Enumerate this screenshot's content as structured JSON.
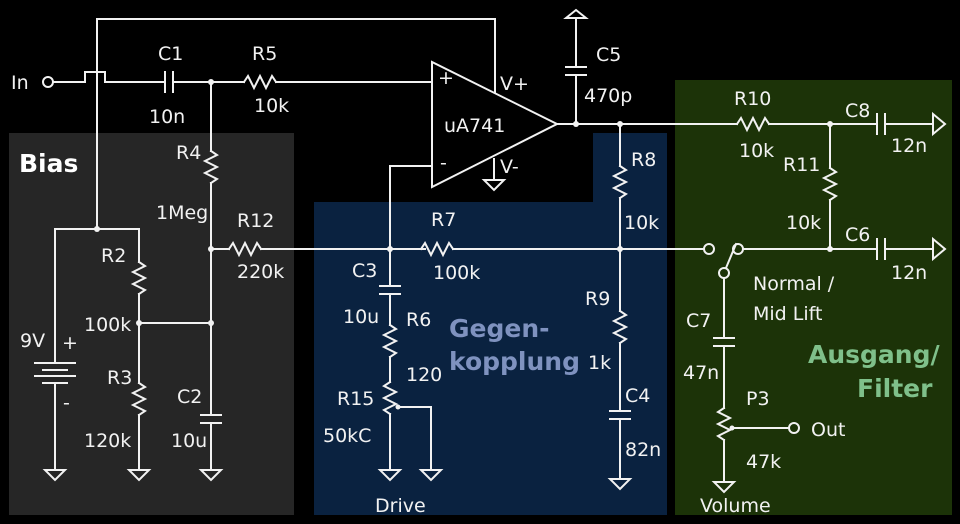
{
  "title": "uA741 overdrive circuit schematic",
  "colors": {
    "background": "#000000",
    "wire": "#f2f2f2",
    "bias_panel": "#262626",
    "feedback_panel": "#0a2240",
    "output_panel": "#1c3308",
    "bias_label": "#ffffff",
    "feedback_label": "#7f92bf",
    "output_label": "#7fc08a"
  },
  "sections": {
    "bias": "Bias",
    "feedback_line1": "Gegen-",
    "feedback_line2": "kopplung",
    "output_line1": "Ausgang/",
    "output_line2": "Filter"
  },
  "opamp": {
    "name": "uA741",
    "plus": "+",
    "minus": "-",
    "vplus": "V+",
    "vminus": "V-"
  },
  "battery": {
    "value": "9V",
    "plus": "+",
    "minus": "-"
  },
  "ports": {
    "input": "In",
    "output": "Out"
  },
  "switch_label_line1": "Normal /",
  "switch_label_line2": "Mid Lift",
  "pot_labels": {
    "drive": "Drive",
    "volume": "Volume"
  },
  "components": {
    "C1": {
      "ref": "C1",
      "value": "10n"
    },
    "R5": {
      "ref": "R5",
      "value": "10k"
    },
    "R4": {
      "ref": "R4",
      "value": "1Meg"
    },
    "R12": {
      "ref": "R12",
      "value": "220k"
    },
    "R2": {
      "ref": "R2",
      "value": "100k"
    },
    "R3": {
      "ref": "R3",
      "value": "120k"
    },
    "C2": {
      "ref": "C2",
      "value": "10u"
    },
    "C5": {
      "ref": "C5",
      "value": "470p"
    },
    "R8": {
      "ref": "R8",
      "value": "10k"
    },
    "R7": {
      "ref": "R7",
      "value": "100k"
    },
    "C3": {
      "ref": "C3",
      "value": "10u"
    },
    "R6": {
      "ref": "R6",
      "value": "120"
    },
    "R15": {
      "ref": "R15",
      "value": "50kC"
    },
    "R9": {
      "ref": "R9",
      "value": "1k"
    },
    "C4": {
      "ref": "C4",
      "value": "82n"
    },
    "R10": {
      "ref": "R10",
      "value": "10k"
    },
    "R11": {
      "ref": "R11",
      "value": "10k"
    },
    "C8": {
      "ref": "C8",
      "value": "12n"
    },
    "C6": {
      "ref": "C6",
      "value": "12n"
    },
    "C7": {
      "ref": "C7",
      "value": "47n"
    },
    "P3": {
      "ref": "P3",
      "value": "47k"
    }
  }
}
